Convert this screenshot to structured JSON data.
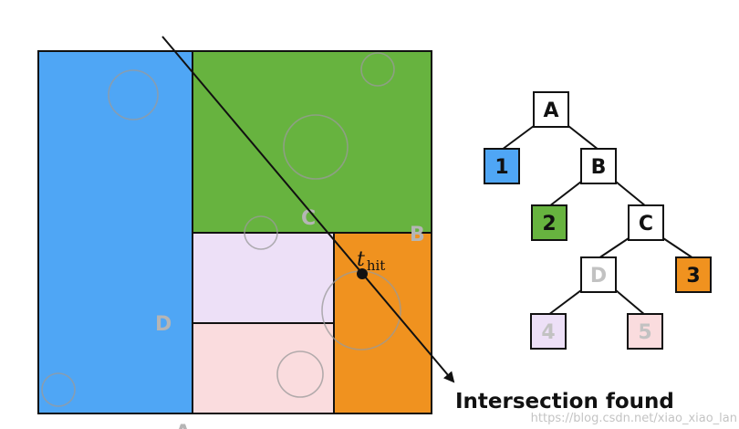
{
  "colors": {
    "blue": "#4fa6f5",
    "green": "#67b33f",
    "orange": "#f0921f",
    "lavender": "#ede0f7",
    "pink": "#fadcde",
    "outline": "#111111",
    "faded_label": "#b5b5b5",
    "bubble": "#9a9a9a"
  },
  "scene": {
    "region_labels": {
      "a": "A",
      "b": "B",
      "c": "C",
      "d": "D"
    },
    "hit_label": {
      "base": "t",
      "subscript": "hit"
    },
    "caption": "Intersection found"
  },
  "tree": {
    "nodes": {
      "a": "A",
      "b": "B",
      "c": "C",
      "d": "D",
      "leaf_1": "1",
      "leaf_2": "2",
      "leaf_3": "3",
      "leaf_4": "4",
      "leaf_5": "5"
    }
  },
  "watermark": "https://blog.csdn.net/xiao_xiao_lan"
}
